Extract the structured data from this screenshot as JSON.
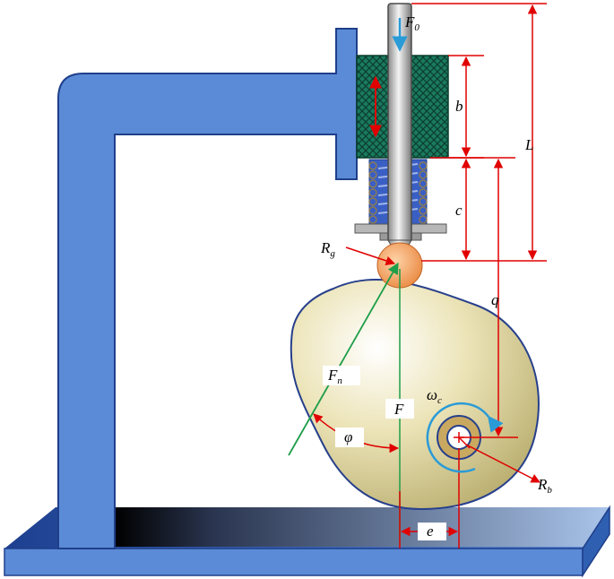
{
  "labels": {
    "F0": {
      "main": "F",
      "sub": "0"
    },
    "b": "b",
    "L": "L",
    "c": "c",
    "Rg": {
      "main": "R",
      "sub": "g"
    },
    "q": "q",
    "Fn": {
      "main": "F",
      "sub": "n"
    },
    "F": "F",
    "omega_c": {
      "main": "ω",
      "sub": "c"
    },
    "phi": "φ",
    "Rb": {
      "main": "R",
      "sub": "b"
    },
    "e": "e"
  },
  "colors": {
    "frame": "#5b8bd6",
    "frame_stroke": "#1f3f8a",
    "guide_block": "#1a7a5e",
    "spring": "#3a5fc4",
    "cam": "#efe8bf",
    "cam_stroke": "#27408b",
    "roller": "#f2a266",
    "dimension": "#e00000",
    "force_green": "#1f9e4a",
    "force_blue": "#2a9bd6",
    "base_light": "#a9c4ea",
    "base_dark": "#000000"
  }
}
